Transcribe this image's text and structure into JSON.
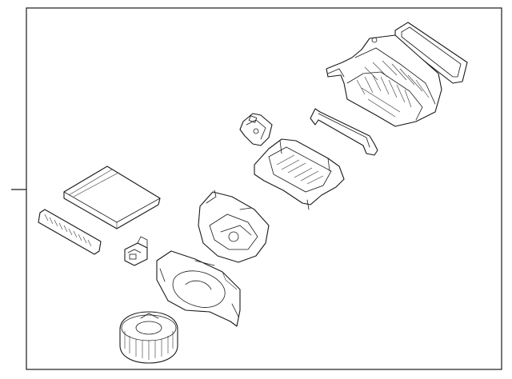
{
  "diagram": {
    "style": "exploded parts illustration, black line art on white",
    "colors": {
      "line": "#1a1a1a",
      "frame": "#1a1a1a",
      "background": "#ffffff"
    },
    "parts": [
      "duct-gasket",
      "evaporator-case",
      "actuator-motor",
      "case-bracket",
      "heater-case-upper",
      "cabin-air-filter",
      "filter-grille",
      "blower-case-upper",
      "resistor",
      "blower-case-lower",
      "blower-motor"
    ]
  }
}
